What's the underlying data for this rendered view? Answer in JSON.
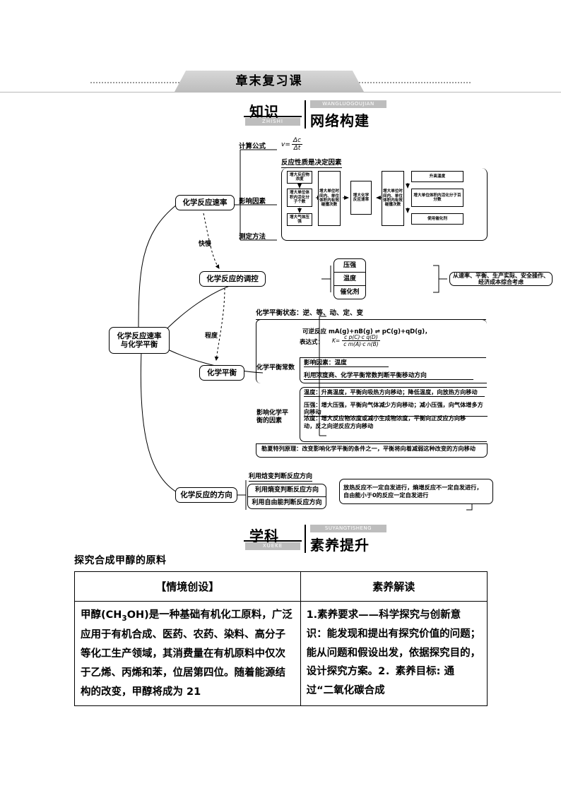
{
  "banner": {
    "title": "章末复习课"
  },
  "sections": [
    {
      "cn1": "知识",
      "py1": "ZHISHI",
      "cn2": "网络构建",
      "py2": "WANGLUOGOUJIAN"
    },
    {
      "cn1": "学科",
      "py1": "XUEKE",
      "cn2": "素养提升",
      "py2": "SUYANGTISHENG"
    }
  ],
  "diagram": {
    "center": "化学反应速率\n与化学平衡",
    "branches": {
      "rate": "化学反应速率",
      "regulation": "化学反应的调控",
      "equilibrium": "化学平衡",
      "direction": "化学反应的方向"
    },
    "dashed_labels": {
      "fast_slow": "快慢",
      "degree": "程度"
    },
    "rate": {
      "formula_label": "计算公式",
      "formula": "v= Δc / Δt",
      "formula_num": "Δc",
      "formula_den": "Δt",
      "factors_label": "影响因素",
      "method_label": "测定方法",
      "decisive": "反应性质是决定因素",
      "boxes": {
        "conc": "增大反应物浓度",
        "pressure": "增大气体压强",
        "activated": "增大单位体积内活化分子个数",
        "collision_left": "增大单位时间内、单位体积内有效碰撞次数",
        "rate_center": "增大化学反应速率",
        "collision_right": "增大单位时间内、单位体积内有效碰撞次数",
        "temp": "升高温度",
        "percent": "增大单位体积内活化分子百分数",
        "catalyst": "使用催化剂"
      }
    },
    "regulation": {
      "items": [
        "压强",
        "温度",
        "催化剂"
      ],
      "note": "从速率、平衡、生产实际、安全操作、经济成本综合考虑"
    },
    "equilibrium": {
      "state": "化学平衡状态：逆、等、动、定、变",
      "const_label": "化学平衡常数",
      "expr_label": "表达式：",
      "reaction": "可逆反应 mA(g)+nB(g) ⇌ pC(g)+qD(g)，",
      "k_sym": "K=",
      "k_num": "c p(C)·c q(D)",
      "k_den": "c m(A)·c n(B)",
      "const_factor": "影响因素：温度",
      "const_use": "利用浓度商、化学平衡常数判断平衡移动方向",
      "factors_label": "影响化学平\n衡的因素",
      "factor_temp": "温度：升高温度，平衡向吸热方向移动；降低温度，向放热方向移动",
      "factor_pressure": "压强：增大压强，平衡向气体减少方向移动；减小压强，向气体增多方向移动",
      "factor_conc": "浓度：增大反应物浓度或减小生成物浓度，平衡向正反应方向移\n动，反之向逆反应方向移动",
      "principle": "勒夏特列原理：改变影响化学平衡的条件之一，平衡将向着减弱这种改变的方向移动"
    },
    "direction": {
      "items": [
        "利用焓变判断反应方向",
        "利用熵变判断反应方向",
        "利用自由能判断反应方向"
      ],
      "note": "放热反应不一定自发进行，熵增反应不一定自发进行，\n自由能小于0的反应一定自发进行"
    }
  },
  "table": {
    "title": "探究合成甲醇的原料",
    "headers": [
      "【情境创设】",
      "素养解读"
    ],
    "left_cell": "甲醇(CH3OH)是一种基础有机化工原料，广泛应用于有机合成、医药、农药、染料、高分子等化工生产领域，其消费量在有机原料中仅次于乙烯、丙烯和苯，位居第四位。随着能源结构的改变，甲醇将成为 21",
    "right_cell": "1.素养要求——科学探究与创新意识：能发现和提出有探究价值的问题；能从问题和假设出发，依据探究目的，设计探究方案。2．素养目标: 通过“二氧化碳合成"
  }
}
